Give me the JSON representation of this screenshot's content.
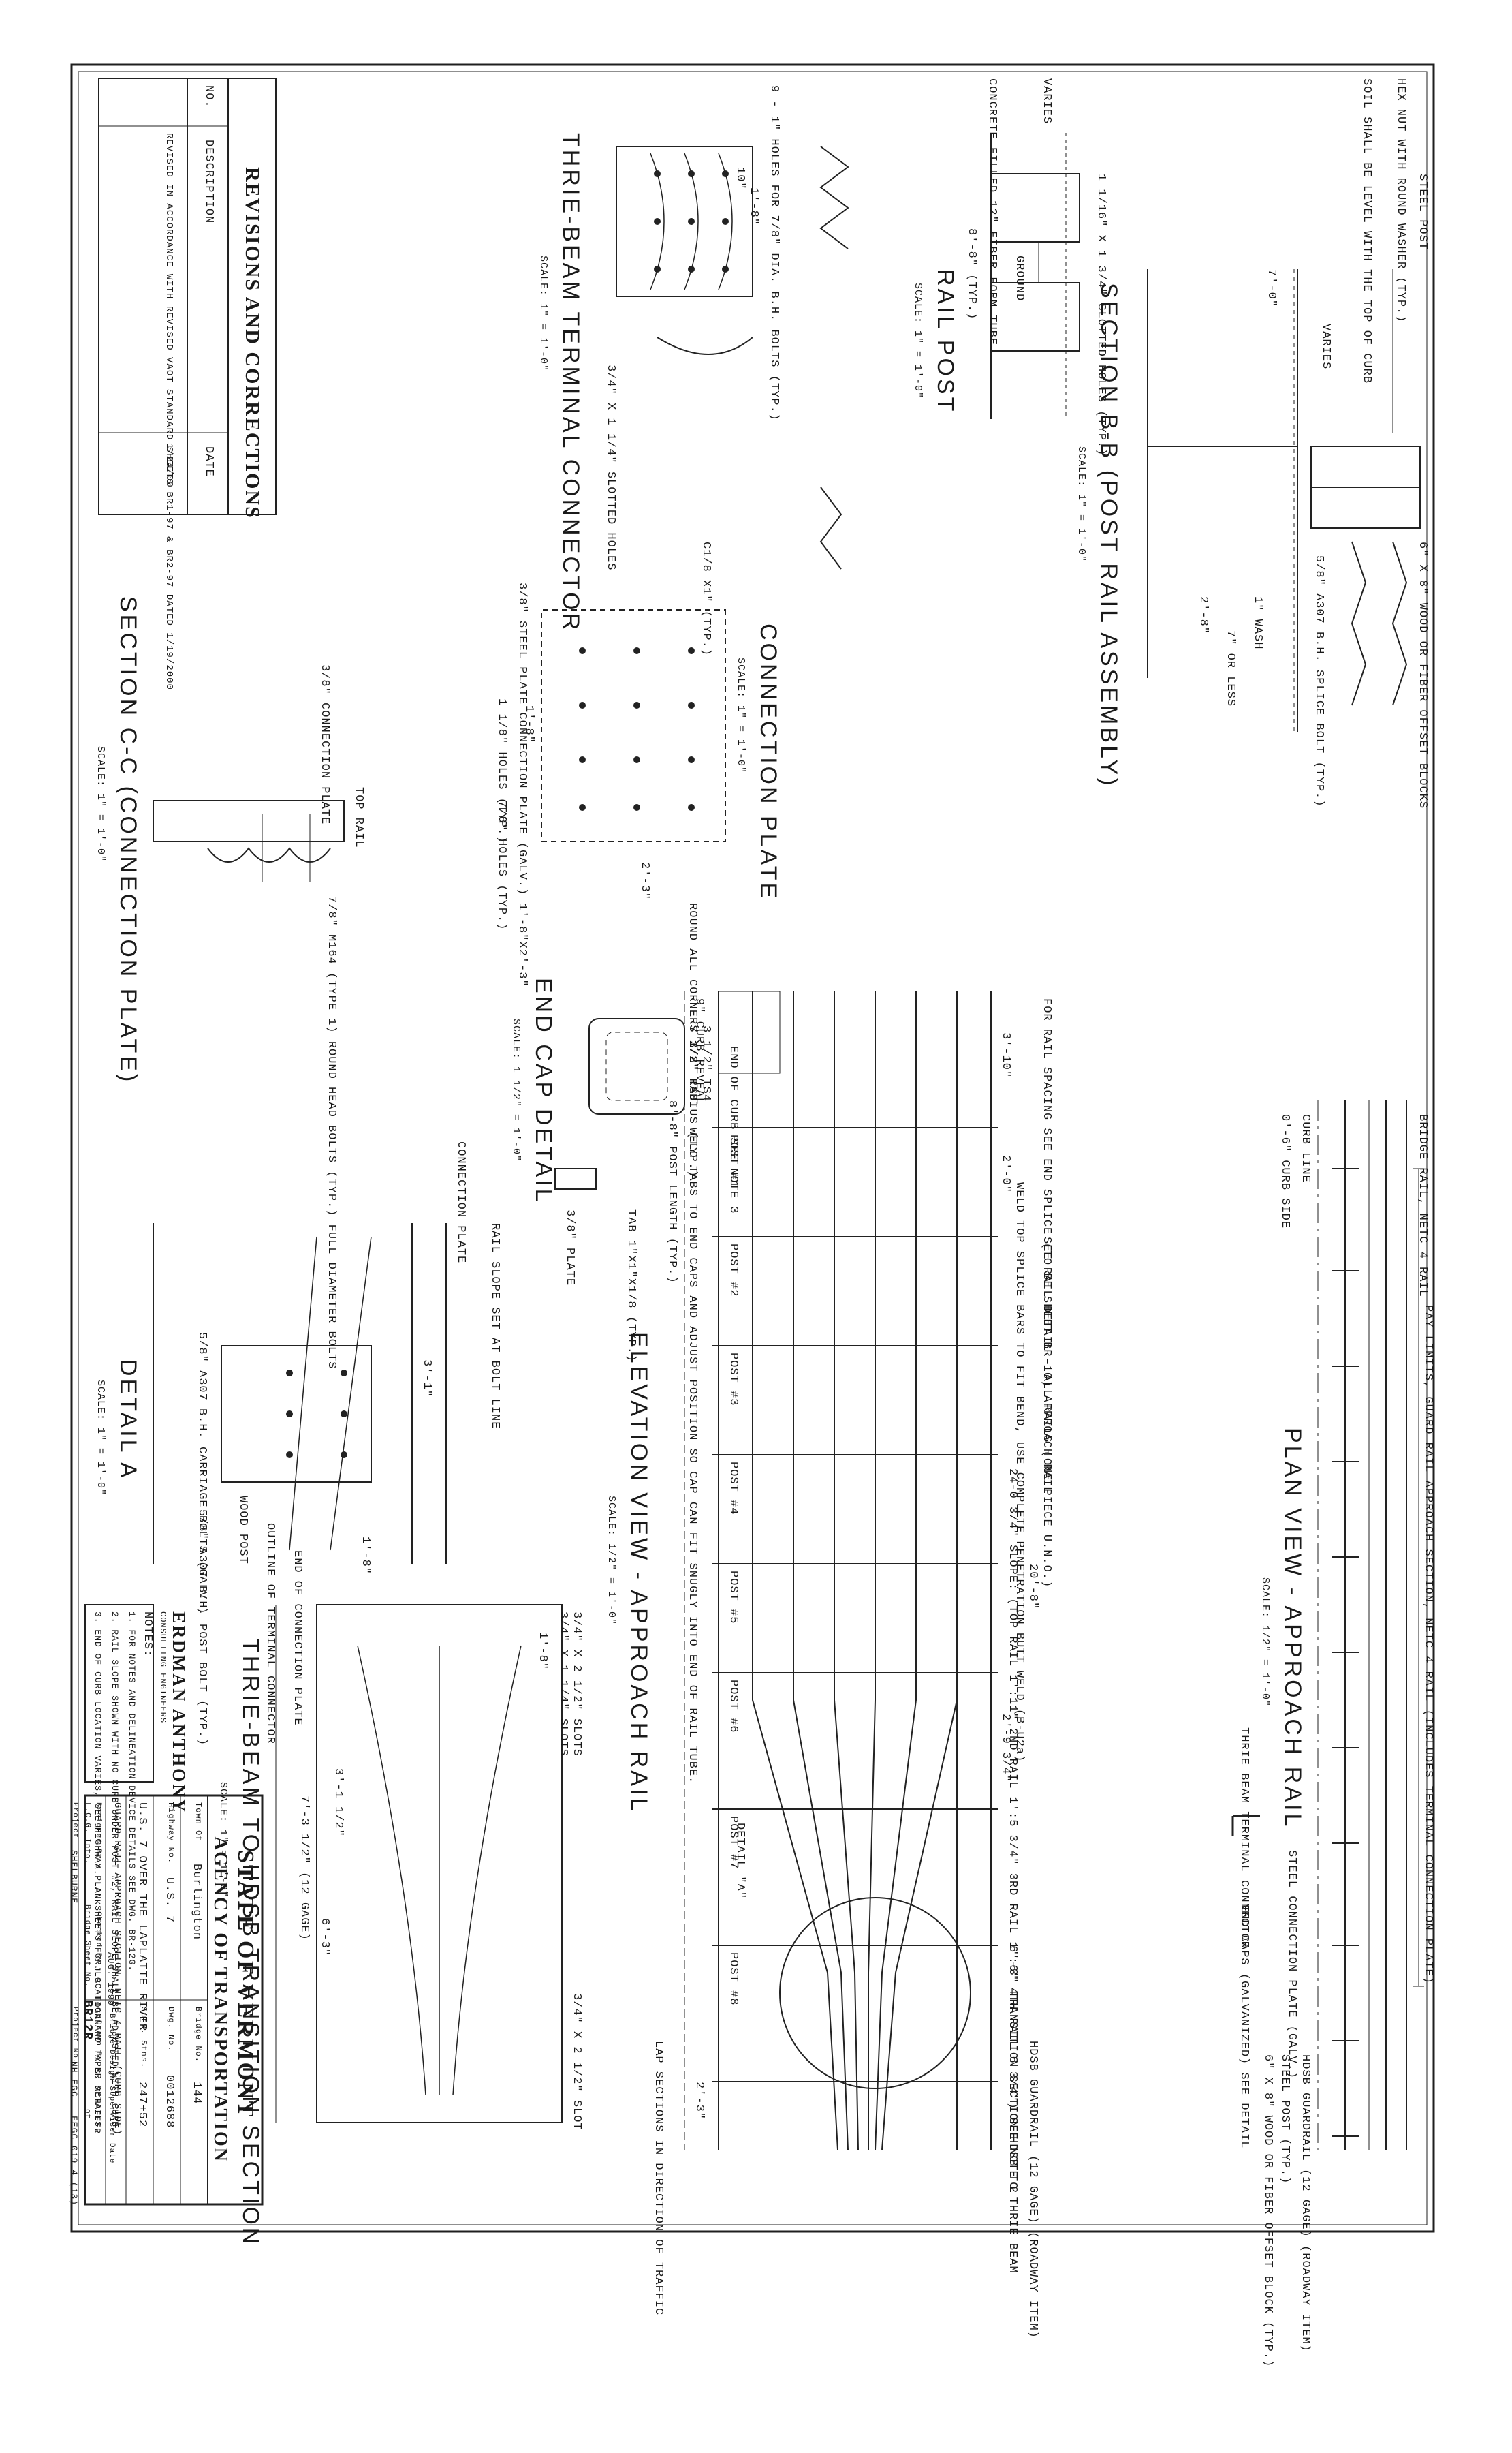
{
  "sheet": {
    "border_color": "#1f1f1f",
    "ink_color": "#222222"
  },
  "plan_view": {
    "title": "PLAN VIEW - APPROACH RAIL",
    "scale": "SCALE: 1/2\" = 1'-0\"",
    "notes": {
      "bridge_rail": "BRIDGE RAIL, NETC 4 RAIL",
      "pay_limits": "PAY LIMITS, GUARD RAIL APPROACH SECTION, NETC 4 RAIL (INCLUDES TERMINAL CONNECTION PLATE)",
      "curb_line": "CURB LINE",
      "curb_side": "0'-6\" CURB SIDE",
      "hdsb": "HDSB GUARDRAIL (12 GAGE) (ROADWAY ITEM)",
      "steel_post": "STEEL POST (TYP.)",
      "offset_block": "6\" X 8\" WOOD OR FIBER OFFSET BLOCK (TYP.)",
      "end_caps": "END CAPS (GALVANIZED) SEE DETAIL",
      "steel_conn": "STEEL CONNECTION PLATE (GALV.)",
      "thrie_terminal": "THRIE BEAM TERMINAL CONNECTOR",
      "dim_20_8": "20'-8\""
    }
  },
  "elevation_view": {
    "title": "ELEVATION VIEW - APPROACH RAIL",
    "scale": "SCALE: 1/2\" = 1'-0\"",
    "notes": {
      "rail_spacing": "FOR RAIL SPACING SEE END SPLICE (TO BE SHEET BR-10) APPROACH RAIL",
      "curb_reveal": "9\" CURB REVEAL",
      "end_of_curb": "END OF CURB SEE NOTE 3",
      "post_length": "8'-8\" POST LENGTH (TYP.)",
      "weld_top": "WELD TOP SPLICE BARS TO FIT BEND, USE COMPLETE PENETRATION BUTT WELD (B-U2a)",
      "see_rail_detail": "SEE RAIL DETAIL - ALL RAILS (ONE PIECE U.N.O.)",
      "slope": "24-0 3/4\" SLOPE: (TOP RAIL 1':11\" 2ND RAIL 1':5 3/4\" 3RD RAIL 1':6\" 4TH RAIL 6 3/4\") SEE NOTE 2",
      "transition": "6'-3\" TRANSITION SECTION HDSB TO THRIE BEAM",
      "lap_sections": "LAP SECTIONS IN DIRECTION OF TRAFFIC",
      "hdsb_roadway": "HDSB GUARDRAIL (12 GAGE) (ROADWAY ITEM)",
      "detail_a": "DETAIL \"A\"",
      "dim_3_10": "3'-10\"",
      "dim_2_0": "2'-0\"",
      "dim_2_3": "2'-3\"",
      "dim_2_9": "2'-9 3/4\""
    },
    "posts": [
      "POST #1",
      "POST #2",
      "POST #3",
      "POST #4",
      "POST #5",
      "POST #6",
      "POST #7",
      "POST #8"
    ]
  },
  "section_bb": {
    "title": "SECTION B-B (POST RAIL ASSEMBLY)",
    "scale": "SCALE: 1\" = 1'-0\"",
    "notes": {
      "steel_post": "STEEL POST",
      "hex_nut": "HEX NUT WITH ROUND WASHER (TYP.)",
      "soil": "SOIL SHALL BE LEVEL WITH THE TOP OF CURB",
      "wood_block": "6\" X 8\" WOOD OR FIBER OFFSET BLOCKS",
      "splice_bolt": "5/8\" A307 B.H. SPLICE BOLT (TYP.)",
      "wash": "1\" WASH",
      "varies": "VARIES",
      "dim_7_0": "7'-0\"",
      "dim_2_8": "2'-8\"",
      "dim_7_less": "7\" OR LESS"
    }
  },
  "rail_post": {
    "title": "RAIL POST",
    "scale": "SCALE: 1\" = 1'-0\"",
    "notes": {
      "concrete": "CONCRETE FILLED 12\" FIBER FORM TUBE",
      "ground": "GROUND",
      "holes": "1 1/16\" X 1 3/4\" SLOTTED HOLES (TYP.)",
      "varies": "VARIES",
      "dim_8_8": "8'-8\" (TYP.)"
    }
  },
  "terminal_connector": {
    "title": "THRIE-BEAM TERMINAL CONNECTOR",
    "scale": "SCALE: 1\" = 1'-0\"",
    "notes": {
      "holes": "9 - 1\" HOLES FOR 7/8\" DIA. B.H. BOLTS (TYP.)",
      "slotted": "3/4\" X 1 1/4\" SLOTTED HOLES",
      "dim_1_8": "1'-8\"",
      "dim_10": "10\""
    }
  },
  "connection_plate": {
    "title": "CONNECTION PLATE",
    "scale": "SCALE: 1\" = 1'-0\"",
    "notes": {
      "steel_plate": "3/8\" STEEL PLATE CONNECTION PLATE (GALV.) 1'-8\"X2'-3\"",
      "holes_1": "1 1/8\" HOLES (TYP.)",
      "holes_2": "7/8\" HOLES (TYP.)",
      "c1x": "C1/8 X1\" (TYP.)",
      "dim_2_3": "2'-3\"",
      "dim_1_8": "1'-8\""
    }
  },
  "end_cap": {
    "title": "END CAP DETAIL",
    "scale": "SCALE: 1 1/2\" = 1'-0\"",
    "notes": {
      "corners": "ROUND ALL CORNERS 1/2\" RADIUS (TYP.)",
      "weld": "WELD TABS TO END CAPS AND ADJUST POSITION SO CAP CAN FIT SNUGLY INTO END OF RAIL TUBE.",
      "tab": "TAB 1\"X1\"X1/8 (TYP.)",
      "plate": "3/8\" PLATE",
      "ts8": "7 3/8\" TS8",
      "ts4": "3 1/2\" TS4"
    }
  },
  "section_cc": {
    "title": "SECTION C-C (CONNECTION PLATE)",
    "scale": "SCALE: 1\" = 1'-0\"",
    "notes": {
      "top_rail": "TOP RAIL",
      "conn_plate": "3/8\" CONNECTION PLATE",
      "bolts": "7/8\" M164 (TYPE 1) ROUND HEAD BOLTS (TYP.) FULL DIAMETER BOLTS"
    }
  },
  "detail_a": {
    "title": "DETAIL A",
    "scale": "SCALE: 1\" = 1'-0\"",
    "notes": {
      "conn_plate": "CONNECTION PLATE",
      "carriage": "5/8\" A307 B.H. CARRIAGE BOLTS (GALV.)",
      "post_bolt": "5/8\" A307 B.H. POST BOLT (TYP.)",
      "wood_post": "WOOD POST",
      "outline": "OUTLINE OF TERMINAL CONNECTOR",
      "end_conn": "END OF CONNECTION PLATE",
      "rail_slope": "RAIL SLOPE SET AT BOLT LINE",
      "dim_3_1": "3'-1\"",
      "dim_1_8": "1'-8\""
    }
  },
  "transition_section": {
    "title": "THRIE-BEAM TO HDSB TRANSITION SECTION",
    "scale": "SCALE: 1\" = 1'-0\"",
    "notes": {
      "slots_1": "3/4\" X 2 1/2\" SLOTS",
      "slots_2": "3/4\" X 1 1/4\" SLOTS",
      "slot_3": "3/4\" X 2 1/2\" SLOT",
      "gage": "7'-3 1/2\" (12 GAGE)",
      "dim_6_3": "6'-3\"",
      "dim_3_1": "3'-1 1/2\"",
      "dim_1_8": "1'-8\""
    }
  },
  "notes_block": {
    "heading": "NOTES:",
    "items": [
      "1. FOR NOTES AND DELINEATION DEVICE DETAILS SEE DWG. BR-12G.",
      "2. RAIL SLOPE SHOWN WITH NO CURB UNDER POST #2, RAIL SLOPE SHALL BE ADJUSTED WITH CURB.",
      "3. END OF CURB LOCATION VARIES, SEE HIGHWAY PLAN SHEETS FOR LOCATION AND TAPER DETAILS."
    ]
  },
  "revisions": {
    "title": "REVISIONS AND CORRECTIONS",
    "col_no": "NO.",
    "col_desc": "DESCRIPTION",
    "col_date": "DATE",
    "rows": [
      {
        "desc": "REVISED IN ACCORDANCE WITH REVISED VAOT STANDARD SHEETS BR1-97 & BR2-97 DATED 1/19/2000",
        "date": "1/24/00"
      }
    ]
  },
  "consultant": {
    "name": "ERDMAN ANTHONY",
    "sub": "CONSULTING ENGINEERS"
  },
  "title_block": {
    "agency_1": "STATE OF VERMONT",
    "agency_2": "AGENCY OF TRANSPORTATION",
    "town_label": "Town Of",
    "town": "Burlington",
    "bridge_no_label": "Bridge No.",
    "bridge_no": "144",
    "highway_label": "Highway No.",
    "highway": "U.S. 7",
    "dwg_label": "Dwg. No.",
    "dwg": "0012688",
    "project": "U.S. 7 OVER THE LAPLATTE RIVER",
    "surv_label": "Surv. Stns.",
    "surv": "247+52",
    "sheet_title": "GUARD RAIL APPROACH SECTION, NETC 4 RAIL (CURB SIDE)",
    "designed_label": "Designed By",
    "designed": "A. LANK",
    "checked_label": "Checked By",
    "checked": "J.S. LOGAN",
    "drawn_label": "Drawn By",
    "drawn": "S. SCHAFFER",
    "supervisor_label": "Bridge Design Supervisor",
    "date_label": "Date",
    "date": "AUG. 1999",
    "project_label": "Project",
    "project_name": "SHELBURNE",
    "proj_no_label": "Project No.",
    "proj_no": "NH EGC",
    "fegc": "FEGC 019-4 (13)",
    "lcg_label": "L.C.G. Info.",
    "sheet_label": "Bridge Sheet No.",
    "sheet_no": "BR12R",
    "sheet_of": "of"
  }
}
